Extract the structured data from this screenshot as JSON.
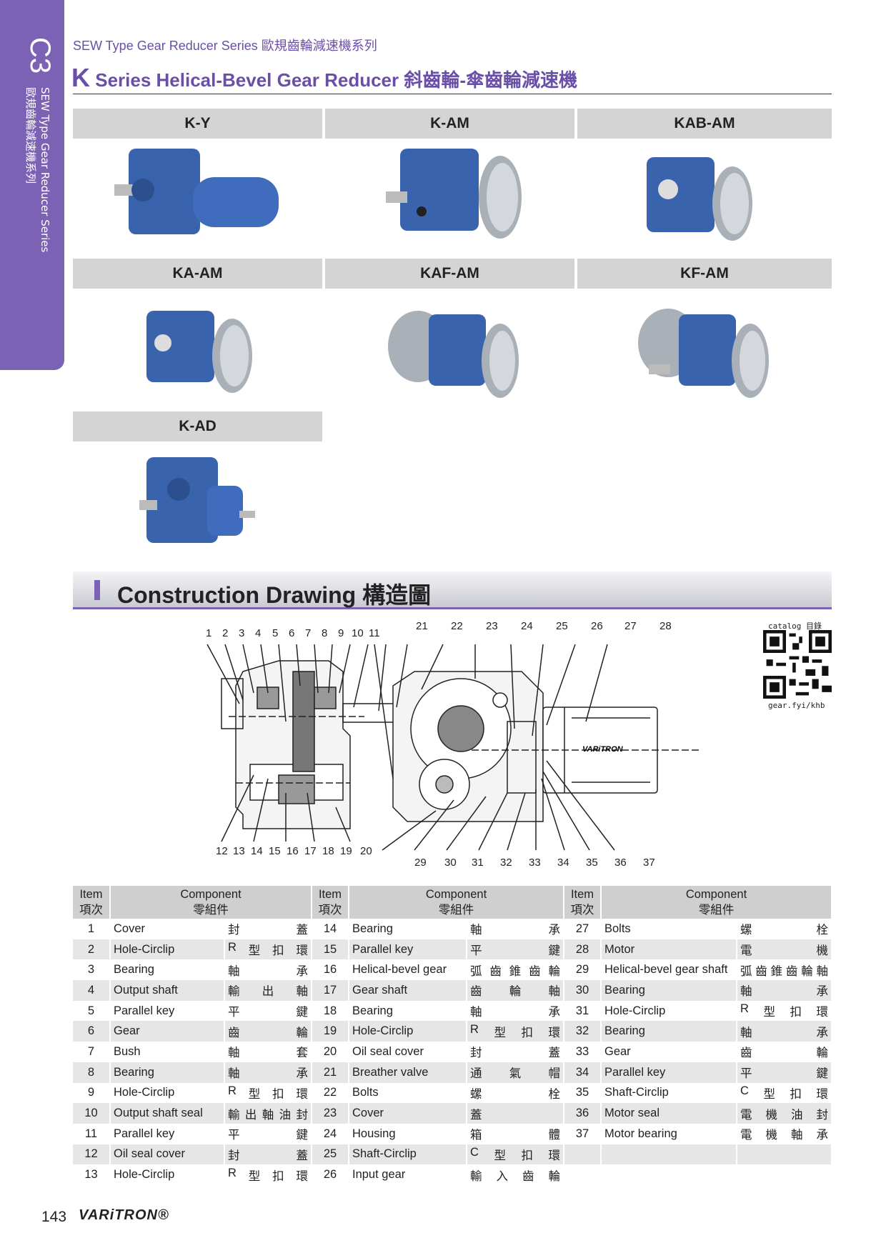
{
  "sidetab": {
    "code": "C3",
    "vertical_en": "SEW Type Gear Reducer Series",
    "vertical_zh": "歐規齒輪減速機系列"
  },
  "header": {
    "subtitle": "SEW Type Gear Reducer Series 歐規齒輪減速機系列",
    "title_letter": "K",
    "title": "Series Helical-Bevel Gear Reducer 斜齒輪-傘齒輪減速機"
  },
  "models": [
    "K-Y",
    "K-AM",
    "KAB-AM",
    "KA-AM",
    "KAF-AM",
    "KF-AM",
    "K-AD"
  ],
  "section": {
    "title": "Construction Drawing 構造圖"
  },
  "drawing": {
    "top_left_labels": [
      "1",
      "2",
      "3",
      "4",
      "5",
      "6",
      "7",
      "8",
      "9",
      "10",
      "11"
    ],
    "bottom_left_labels": [
      "12",
      "13",
      "14",
      "15",
      "16",
      "17",
      "18",
      "19",
      "20"
    ],
    "top_right_labels": [
      "21",
      "22",
      "23",
      "24",
      "25",
      "26",
      "27",
      "28"
    ],
    "bottom_right_labels": [
      "29",
      "30",
      "31",
      "32",
      "33",
      "34",
      "35",
      "36",
      "37"
    ],
    "motor_brand": "VARiTRON"
  },
  "qr": {
    "label": "catalog 目錄",
    "url": "gear.fyi/khb"
  },
  "table": {
    "head_item": "Item",
    "head_item_zh": "項次",
    "head_comp": "Component",
    "head_comp_zh": "零組件",
    "rows": [
      [
        [
          "1",
          "Cover",
          "封蓋"
        ],
        [
          "14",
          "Bearing",
          "軸承"
        ],
        [
          "27",
          "Bolts",
          "螺栓"
        ]
      ],
      [
        [
          "2",
          "Hole-Circlip",
          "R型扣環"
        ],
        [
          "15",
          "Parallel key",
          "平鍵"
        ],
        [
          "28",
          "Motor",
          "電機"
        ]
      ],
      [
        [
          "3",
          "Bearing",
          "軸承"
        ],
        [
          "16",
          "Helical-bevel gear",
          "弧齒錐齒輪"
        ],
        [
          "29",
          "Helical-bevel gear shaft",
          "弧齒錐齒輪軸"
        ]
      ],
      [
        [
          "4",
          "Output shaft",
          "輸出軸"
        ],
        [
          "17",
          "Gear shaft",
          "齒輪軸"
        ],
        [
          "30",
          "Bearing",
          "軸承"
        ]
      ],
      [
        [
          "5",
          "Parallel key",
          "平鍵"
        ],
        [
          "18",
          "Bearing",
          "軸承"
        ],
        [
          "31",
          "Hole-Circlip",
          "R型扣環"
        ]
      ],
      [
        [
          "6",
          "Gear",
          "齒輪"
        ],
        [
          "19",
          "Hole-Circlip",
          "R型扣環"
        ],
        [
          "32",
          "Bearing",
          "軸承"
        ]
      ],
      [
        [
          "7",
          "Bush",
          "軸套"
        ],
        [
          "20",
          "Oil seal cover",
          "封蓋"
        ],
        [
          "33",
          "Gear",
          "齒輪"
        ]
      ],
      [
        [
          "8",
          "Bearing",
          "軸承"
        ],
        [
          "21",
          "Breather valve",
          "通氣帽"
        ],
        [
          "34",
          "Parallel key",
          "平鍵"
        ]
      ],
      [
        [
          "9",
          "Hole-Circlip",
          "R型扣環"
        ],
        [
          "22",
          "Bolts",
          "螺栓"
        ],
        [
          "35",
          "Shaft-Circlip",
          "C型扣環"
        ]
      ],
      [
        [
          "10",
          "Output shaft seal",
          "輸出軸油封"
        ],
        [
          "23",
          "Cover",
          "蓋"
        ],
        [
          "36",
          "Motor seal",
          "電機油封"
        ]
      ],
      [
        [
          "11",
          "Parallel key",
          "平鍵"
        ],
        [
          "24",
          "Housing",
          "箱體"
        ],
        [
          "37",
          "Motor bearing",
          "電機軸承"
        ]
      ],
      [
        [
          "12",
          "Oil seal cover",
          "封蓋"
        ],
        [
          "25",
          "Shaft-Circlip",
          "C型扣環"
        ],
        [
          "",
          "",
          ""
        ]
      ],
      [
        [
          "13",
          "Hole-Circlip",
          "R型扣環"
        ],
        [
          "26",
          "Input gear",
          "輸入齒輪"
        ],
        [
          "",
          "",
          ""
        ]
      ]
    ]
  },
  "footer": {
    "page": "143",
    "brand": "VARiTRON®"
  }
}
